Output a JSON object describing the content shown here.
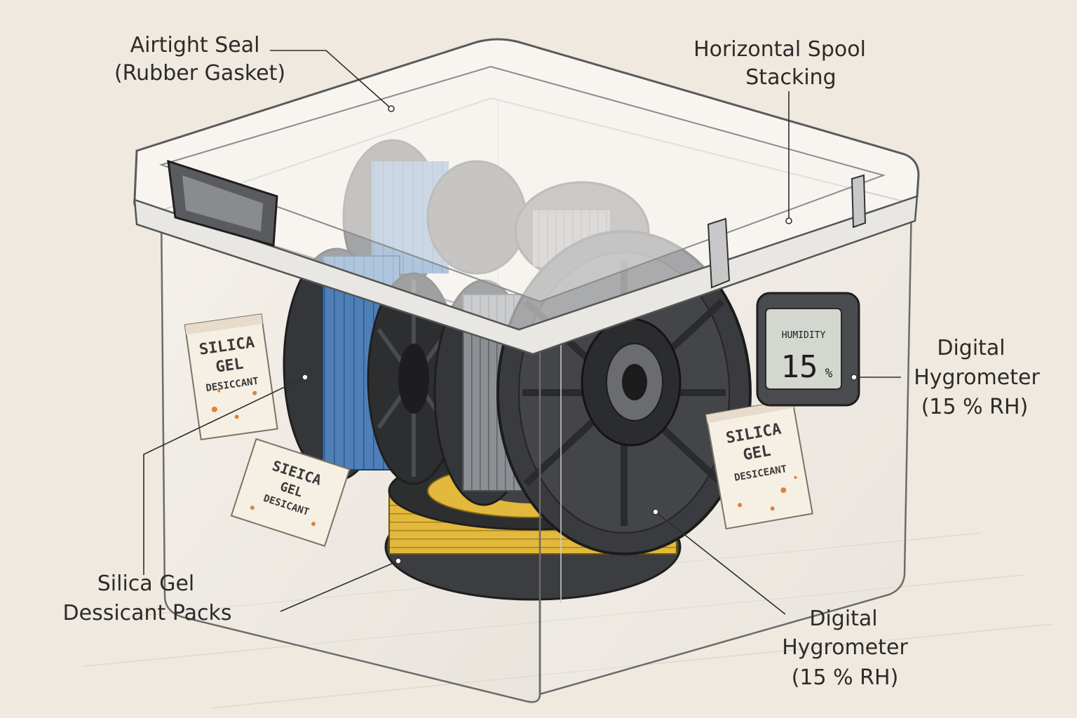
{
  "callouts": {
    "airtight_seal": [
      "Airtight Seal",
      "(Rubber Gasket)"
    ],
    "horizontal_spool": [
      "Horizontal Spool",
      "Stacking"
    ],
    "hygrometer_right": [
      "Digital",
      "Hygrometer",
      "(15 % RH)"
    ],
    "silica_gel": [
      "Silica Gel",
      "Dessicant Packs"
    ],
    "hygrometer_bottom": [
      "Digital",
      "Hygrometer",
      "(15 % RH)"
    ]
  },
  "hygrometer_display": {
    "label": "HUMIDITY",
    "value": "15",
    "unit": "%"
  },
  "packets": {
    "left_upper": [
      "SILICA",
      "GEL",
      "DESICCANT"
    ],
    "left_lower": [
      "SIEICA",
      "GEL",
      "DESICANT"
    ],
    "right": [
      "SILICA",
      "GEL",
      "DESICEANT"
    ]
  },
  "colors": {
    "background": "#efe9df",
    "filament_blue": "#4e7fb6",
    "filament_gray": "#8c8f93",
    "filament_yellow": "#e2b93c",
    "spool_dark": "#3c3d40",
    "packet_stain": "#e0823a"
  }
}
